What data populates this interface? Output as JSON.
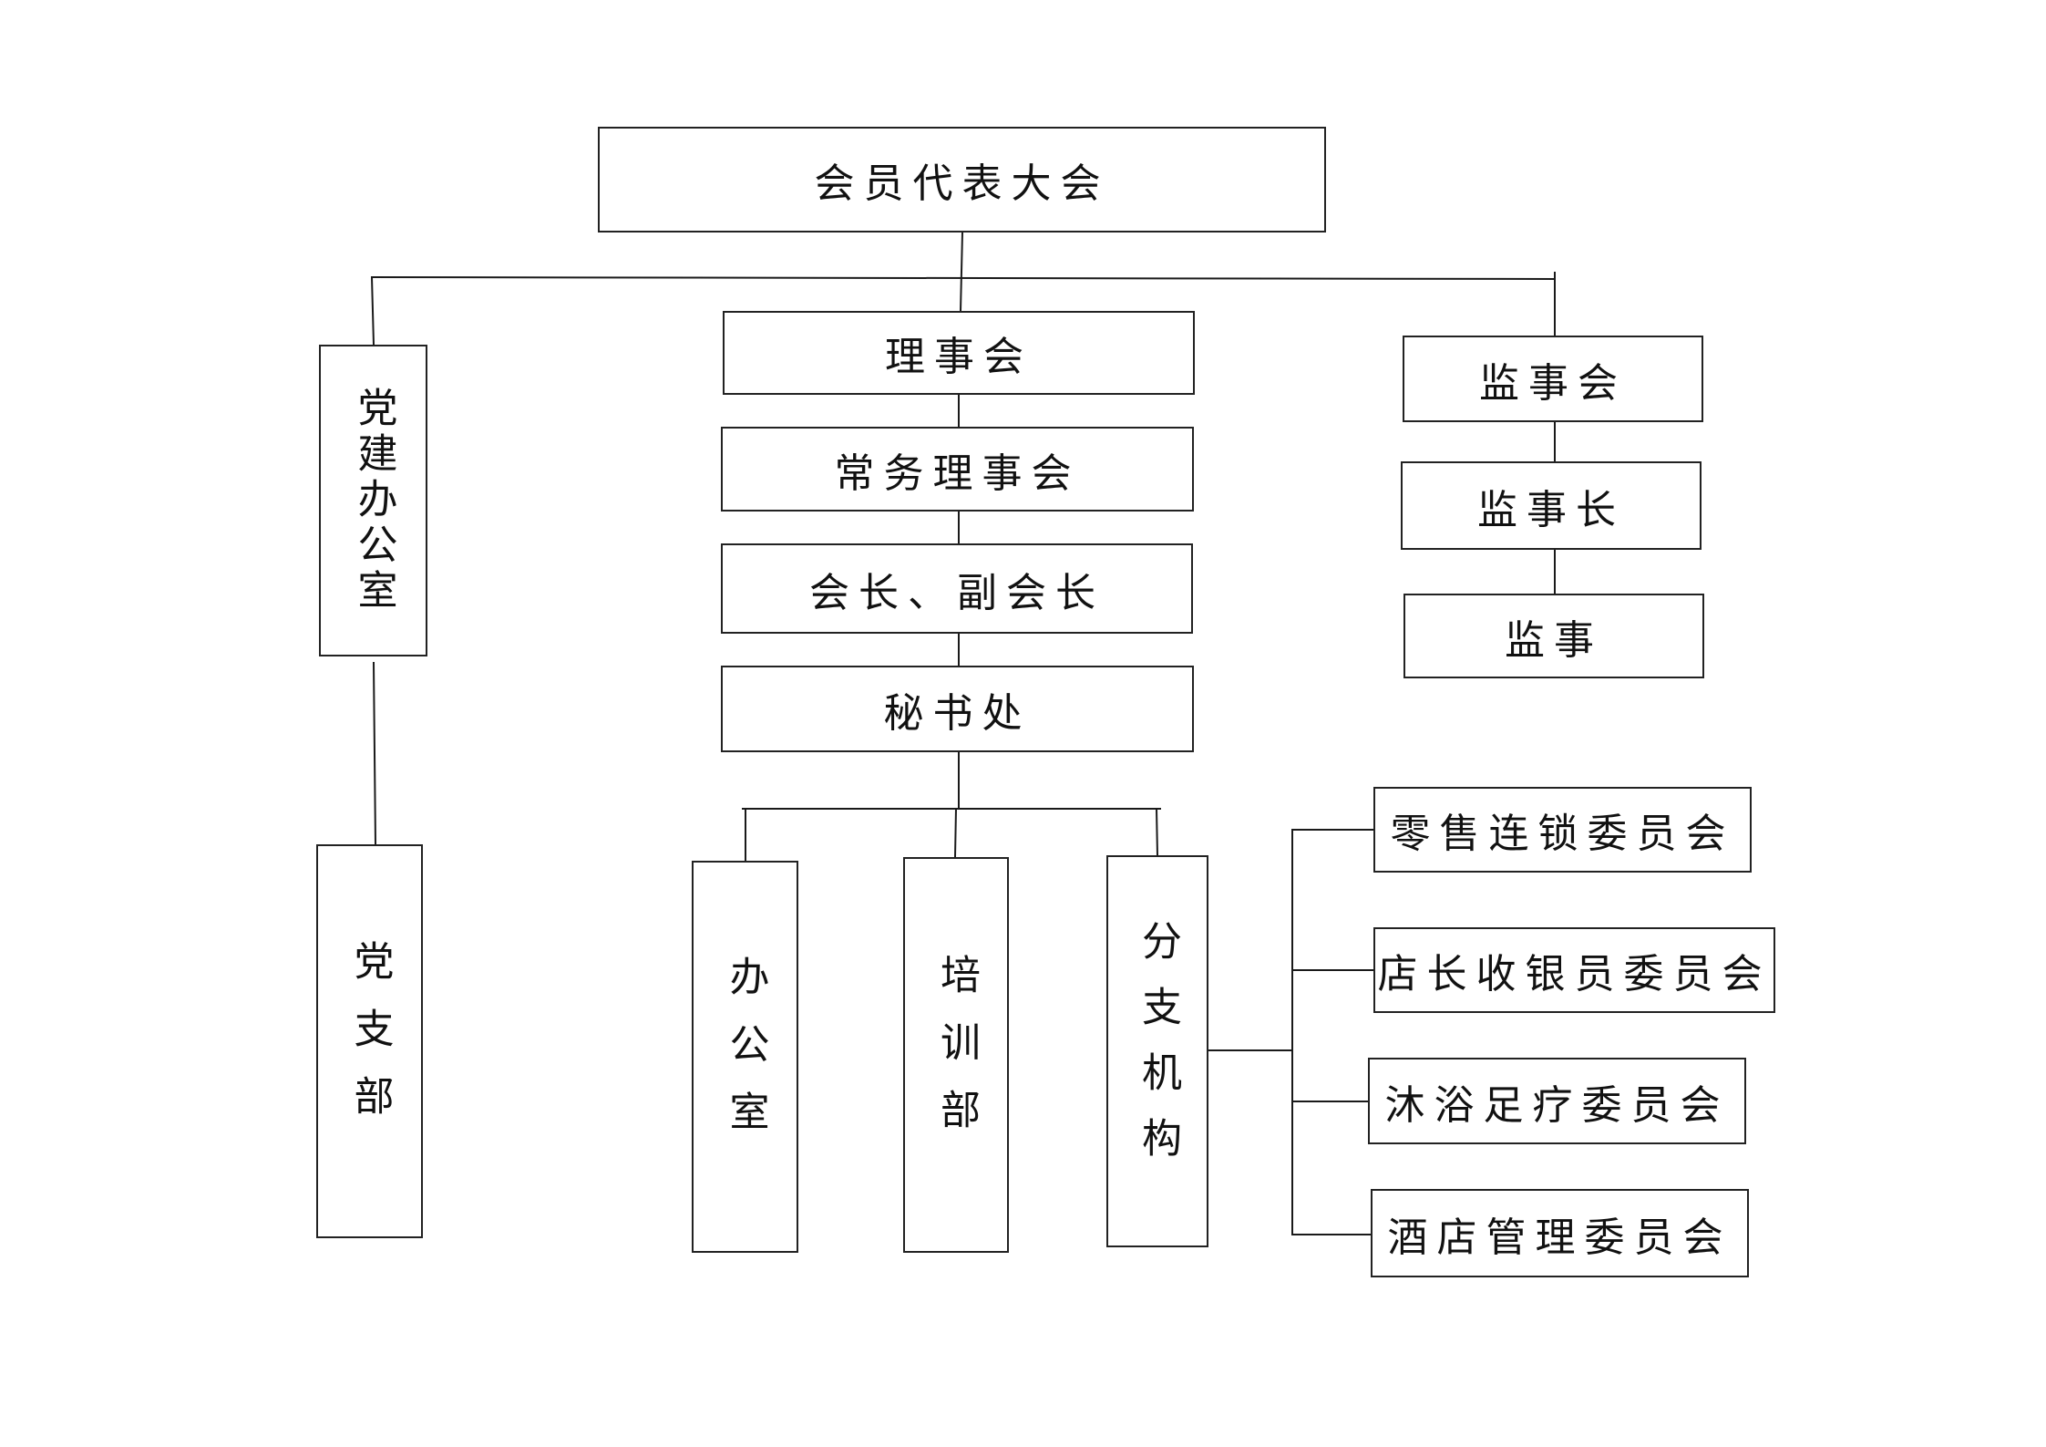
{
  "nodes": {
    "congress": "会员代表大会",
    "council": "理事会",
    "standing_council": "常务理事会",
    "president": "会长、副会长",
    "secretariat": "秘书处",
    "supervisory_board": "监事会",
    "chief_supervisor": "监事长",
    "supervisor": "监事",
    "party_office": "党建办公室",
    "party_branch": "党支部",
    "office": "办公室",
    "training": "培训部",
    "branches": "分支机构",
    "retail_committee": "零售连锁委员会",
    "cashier_committee": "店长收银员委员会",
    "bath_committee": "沐浴足疗委员会",
    "hotel_committee": "酒店管理委员会"
  }
}
